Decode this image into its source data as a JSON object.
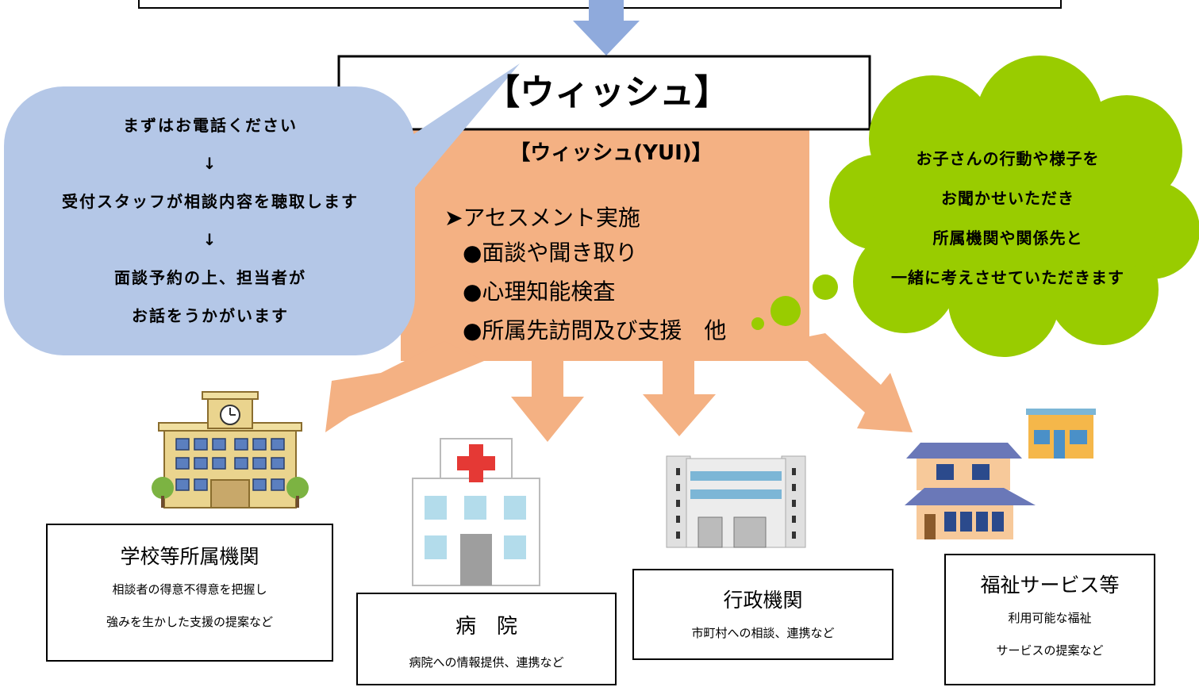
{
  "title": "【ウィッシュ】",
  "center": {
    "heading": "【ウィッシュ(YUI)】",
    "assessment": "➤アセスメント実施",
    "items": [
      "●面談や聞き取り",
      "●心理知能検査",
      "●所属先訪問及び支援　他"
    ]
  },
  "blue_bubble": {
    "line1": "まずはお電話ください",
    "arrow1": "↓",
    "line2": "受付スタッフが相談内容を聴取します",
    "arrow2": "↓",
    "line3": "面談予約の上、担当者が",
    "line4": "お話をうかがいます"
  },
  "thought_cloud": {
    "lines": [
      "お子さんの行動や様子を",
      "お聞かせいただき",
      "所属機関や関係先と",
      "一緒に考えさせていただきます"
    ]
  },
  "destinations": {
    "school": {
      "title": "学校等所属機関",
      "line1": "相談者の得意不得意を把握し",
      "line2": "強みを生かした支援の提案など"
    },
    "hospital": {
      "title": "病　院",
      "line1": "病院への情報提供、連携など"
    },
    "government": {
      "title": "行政機関",
      "line1": "市町村への相談、連携など"
    },
    "welfare": {
      "title": "福祉サービス等",
      "line1": "利用可能な福祉",
      "line2": "サービスの提案など"
    }
  },
  "colors": {
    "salmon": "#f4b183",
    "blue_bubble": "#b4c7e7",
    "cloud_green": "#99cc00",
    "arrow_blue": "#8faadc"
  }
}
